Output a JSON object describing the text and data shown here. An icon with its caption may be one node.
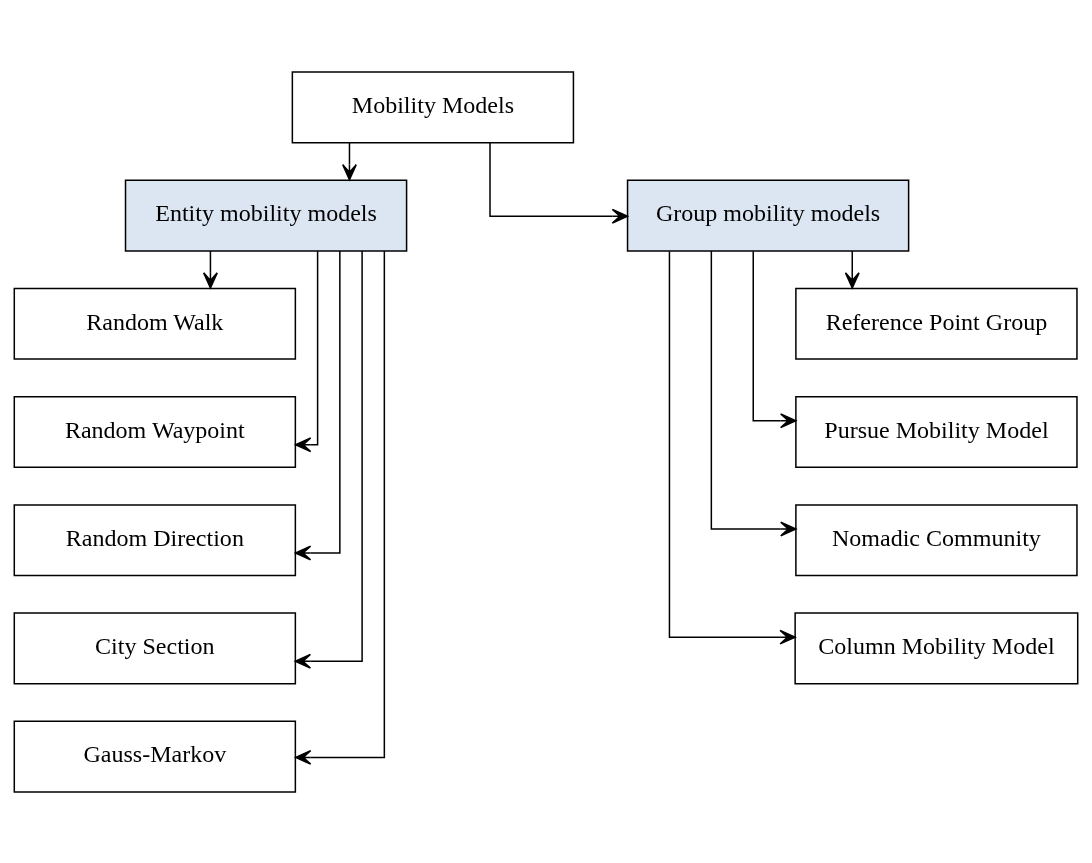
{
  "diagram": {
    "nodes": [
      {
        "text": [
          "Mobility Models"
        ]
      },
      {
        "text": [
          "Entity mobility models"
        ]
      },
      {
        "text": [
          "Group mobility models"
        ]
      },
      {
        "text": [
          "Random Walk"
        ]
      },
      {
        "text": [
          "Random Waypoint"
        ]
      },
      {
        "text": [
          "Random Direction"
        ]
      },
      {
        "text": [
          "City Section"
        ]
      },
      {
        "text": [
          "Gauss-Markov"
        ]
      },
      {
        "text": [
          "Reference Point Group"
        ]
      },
      {
        "text": [
          "Pursue Mobility Model"
        ]
      },
      {
        "text": [
          "Nomadic Community"
        ]
      },
      {
        "text": [
          "Column Mobility Model"
        ]
      }
    ],
    "edges": [
      {
        "from": 0,
        "to": 1,
        "arrow": "to"
      },
      {
        "from": 0,
        "to": 2,
        "arrow": "to"
      },
      {
        "from": 1,
        "to": 3,
        "arrow": "to"
      },
      {
        "from": 1,
        "to": 4,
        "arrow": "to"
      },
      {
        "from": 1,
        "to": 5,
        "arrow": "to"
      },
      {
        "from": 1,
        "to": 6,
        "arrow": "to"
      },
      {
        "from": 1,
        "to": 7,
        "arrow": "to"
      },
      {
        "from": 2,
        "to": 8,
        "arrow": "to"
      },
      {
        "from": 2,
        "to": 9,
        "arrow": "to"
      },
      {
        "from": 2,
        "to": 10,
        "arrow": "to"
      },
      {
        "from": 2,
        "to": 11,
        "arrow": "to"
      }
    ]
  }
}
